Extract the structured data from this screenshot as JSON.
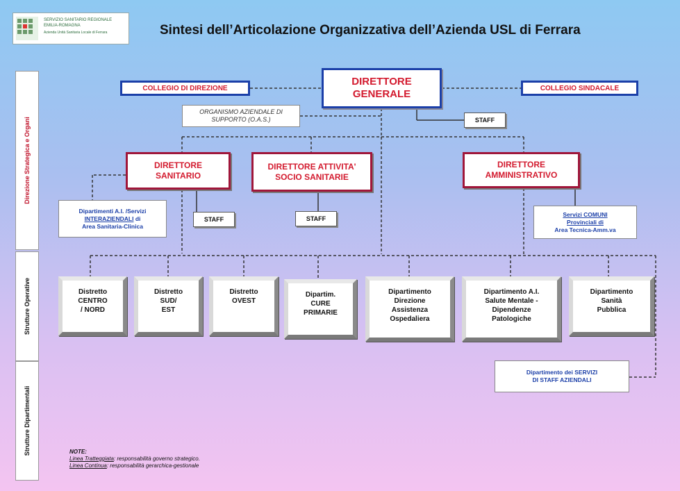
{
  "logo": {
    "line1": "SERVIZIO SANITARIO REGIONALE",
    "line2": "EMILIA-ROMAGNA",
    "line3": "Azienda Unità Sanitaria Locale di Ferrara",
    "icon": "region-logo-icon"
  },
  "title": "Sintesi dell’Articolazione Organizzativa dell’Azienda USL di Ferrara",
  "side_labels": {
    "direzione": "Direzione Strategica e Organi",
    "operative": "Strutture Operative",
    "dipartimentali": "Strutture Dipartimentali"
  },
  "top": {
    "dg_line1": "DIRETTORE",
    "dg_line2": "GENERALE",
    "collegio_direzione": "COLLEGIO DI DIREZIONE",
    "collegio_sindacale": "COLLEGIO SINDACALE",
    "oas_line1": "ORGANISMO AZIENDALE DI",
    "oas_line2": "SUPPORTO (O.A.S.)",
    "staff": "STAFF"
  },
  "directors": {
    "sanitario_line1": "DIRETTORE",
    "sanitario_line2": "SANITARIO",
    "socio_line1": "DIRETTORE ATTIVITA'",
    "socio_line2": "SOCIO SANITARIE",
    "amm_line1": "DIRETTORE",
    "amm_line2": "AMMINISTRATIVO"
  },
  "staff_labels": {
    "s2": "STAFF",
    "s3": "STAFF"
  },
  "dip_interaz": {
    "line1": "Dipartimenti A.I. /Servizi",
    "line2u": "INTERAZIENDALI",
    "line2b": " di",
    "line3": "Area Sanitaria-Clinica"
  },
  "servizi_comuni": {
    "line1": "Servizi COMUNI",
    "line2": "Provinciali di",
    "line3": "Area Tecnica-Amm.va"
  },
  "operative": [
    {
      "l1": "Distretto",
      "l2": "CENTRO",
      "l3": "/ NORD",
      "l4": ""
    },
    {
      "l1": "Distretto",
      "l2": "SUD/",
      "l3": "EST",
      "l4": ""
    },
    {
      "l1": "Distretto",
      "l2": "OVEST",
      "l3": "",
      "l4": ""
    },
    {
      "l1": "Dipartim.",
      "l2": "CURE",
      "l3": "PRIMARIE",
      "l4": ""
    },
    {
      "l1": "Dipartimento",
      "l2": "Direzione",
      "l3": "Assistenza",
      "l4": "Ospedaliera"
    },
    {
      "l1": "Dipartimento A.I.",
      "l2": "Salute Mentale -",
      "l3": "Dipendenze",
      "l4": "Patologiche"
    },
    {
      "l1": "Dipartimento",
      "l2": "Sanità",
      "l3": "Pubblica",
      "l4": ""
    }
  ],
  "servizi_staff": {
    "line1": "Dipartimento dei SERVIZI",
    "line2": "DI STAFF AZIENDALI"
  },
  "note": {
    "heading": "NOTE:",
    "l1u": "Linea Tratteggiata",
    "l1": ": responsabilità governo strategico.",
    "l2u": "Linea Continua",
    "l2": ": responsabilità gerarchica-gestionale"
  },
  "colors": {
    "navy": "#1b3fa8",
    "red": "#d31a2e",
    "maroon": "#a0163a"
  }
}
